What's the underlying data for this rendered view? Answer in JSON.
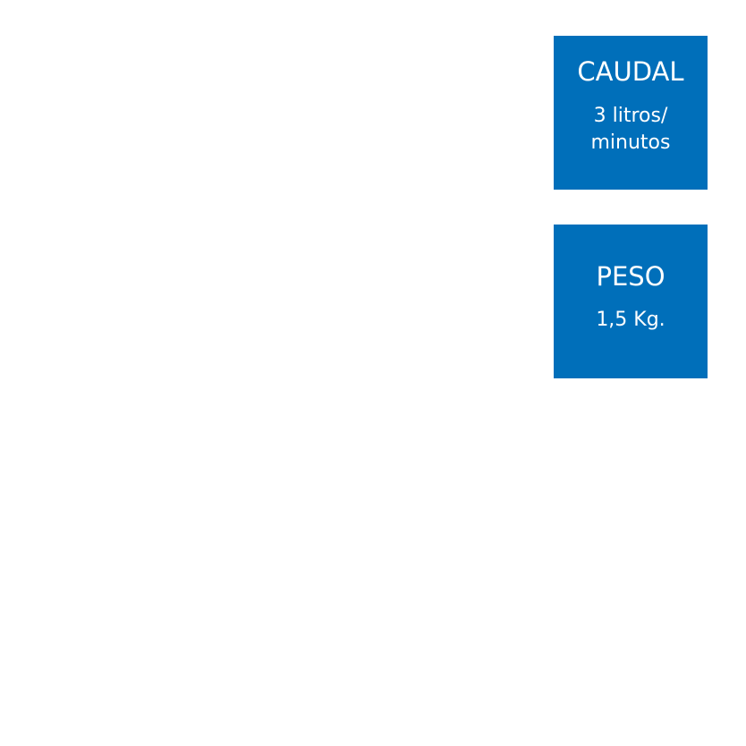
{
  "colors": {
    "background": "#ffffff",
    "card_background": "#006fba",
    "card_text": "#ffffff"
  },
  "specs": [
    {
      "title": "CAUDAL",
      "value": "3 litros/\nminutos"
    },
    {
      "title": "PESO",
      "value": "1,5 Kg."
    }
  ]
}
